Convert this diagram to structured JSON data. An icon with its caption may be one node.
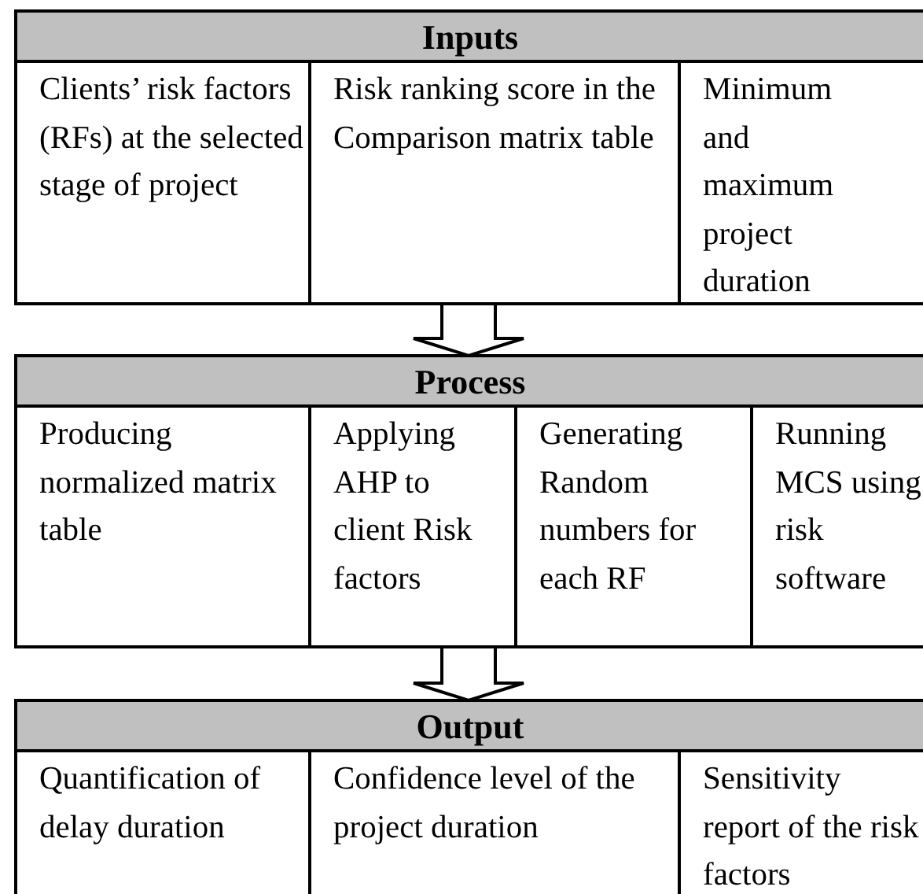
{
  "diagram": {
    "nodes": [
      {
        "text": [
          "Inputs"
        ]
      },
      {
        "text": [
          "Clients’ risk factors (RFs) at the selected stage of project"
        ],
        "in": 0
      },
      {
        "text": [
          "Risk ranking score in the Comparison matrix table"
        ],
        "in": 0
      },
      {
        "text": [
          "Minimum and maximum project duration"
        ],
        "in": 0
      },
      {
        "text": [
          "Process"
        ]
      },
      {
        "text": [
          "Producing normalized matrix table"
        ],
        "in": 4
      },
      {
        "text": [
          "Applying AHP to client Risk factors"
        ],
        "in": 4
      },
      {
        "text": [
          "Generating Random numbers for each RF"
        ],
        "in": 4
      },
      {
        "text": [
          "Running MCS using risk software"
        ],
        "in": 4
      },
      {
        "text": [
          "Output"
        ]
      },
      {
        "text": [
          "Quantification of delay duration"
        ],
        "in": 9
      },
      {
        "text": [
          "Confidence level of the project duration"
        ],
        "in": 9
      },
      {
        "text": [
          "Sensitivity report of the risk factors"
        ],
        "in": 9
      }
    ],
    "edges": [
      {
        "from": 0,
        "to": 4,
        "arrow": "to"
      },
      {
        "from": 4,
        "to": 9,
        "arrow": "to"
      }
    ]
  }
}
